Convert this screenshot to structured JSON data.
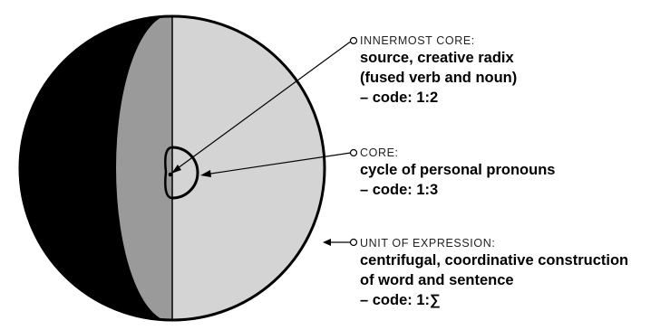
{
  "colors": {
    "outer_black": "#000000",
    "mid_gray": "#9a9a9a",
    "light_gray": "#d4d4d4",
    "stroke": "#000000"
  },
  "labels": {
    "innermost": {
      "caption": "INNERMOST CORE:",
      "lines": [
        "source, creative radix",
        "(fused verb and noun)",
        "– code: 1:2"
      ]
    },
    "core": {
      "caption": "CORE:",
      "lines": [
        "cycle of personal pronouns",
        "– code: 1:3"
      ]
    },
    "unit": {
      "caption": "UNIT OF EXPRESSION:",
      "lines": [
        "centrifugal, coordinative construction",
        "of word and sentence",
        "– code: 1:∑"
      ]
    }
  }
}
